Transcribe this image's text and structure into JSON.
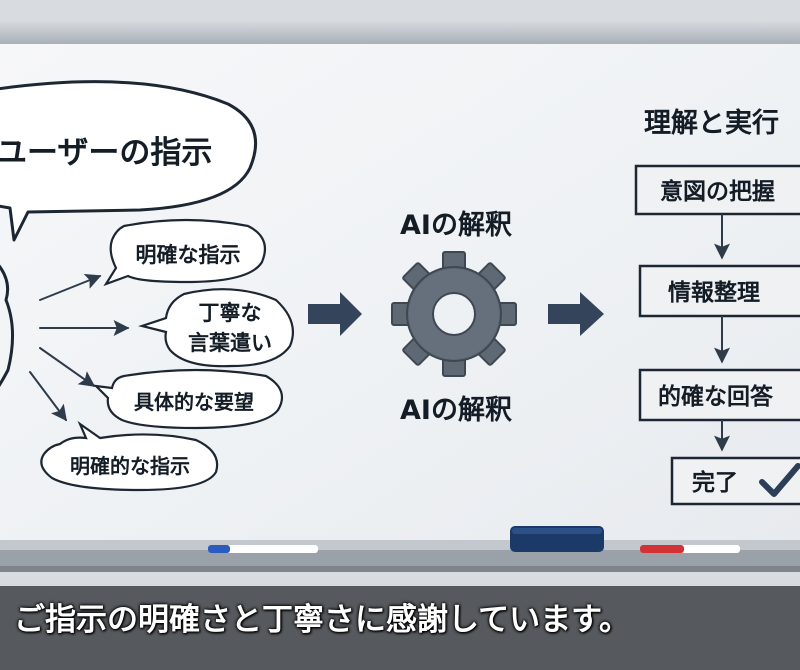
{
  "speech_bubble": {
    "text": "ユーザーの指示"
  },
  "input_bubbles": [
    {
      "text": "明確な指示"
    },
    {
      "line1": "丁寧な",
      "line2": "言葉遣い"
    },
    {
      "text": "具体的な要望"
    },
    {
      "text": "明確的な指示"
    }
  ],
  "ai": {
    "label_top": "AIの解釈",
    "label_bottom": "AIの解釈"
  },
  "flow": {
    "title": "理解と実行",
    "steps": [
      "意図の把握",
      "情報整理",
      "的確な回答",
      "完了"
    ],
    "check_icon": "check-icon"
  },
  "caption": "ご指示の明確さと丁寧さに感謝しています。",
  "colors": {
    "board": "#f4f6f8",
    "frame": "#b9bec5",
    "arrow": "#3a4a5e",
    "gear": "#5f6974",
    "box_fill": "#f0f1f3",
    "marker_blue": "#1b3a68",
    "marker_red": "#d23236"
  }
}
